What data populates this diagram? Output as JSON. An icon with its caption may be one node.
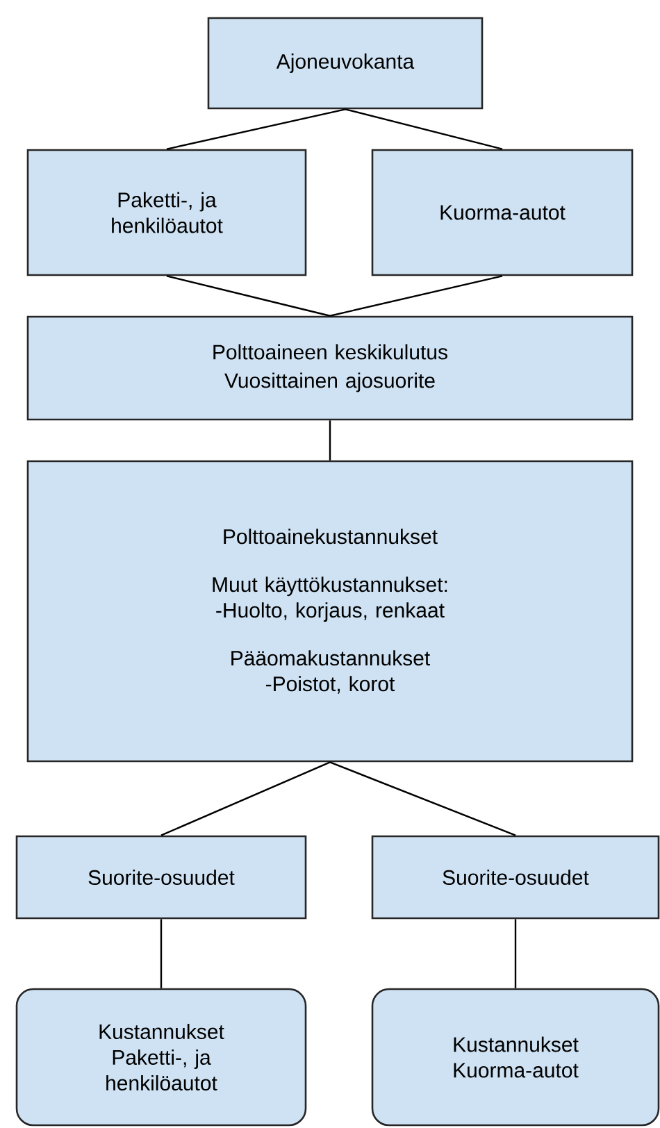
{
  "diagram": {
    "nodes": [
      {
        "text": [
          "Ajoneuvokanta"
        ]
      },
      {
        "text": [
          "Paketti-, ja henkilöautot"
        ]
      },
      {
        "text": [
          "Kuorma-autot"
        ]
      },
      {
        "text": [
          "Polttoaineen keskikulutus",
          "Vuosittainen ajosuorite"
        ]
      },
      {
        "text": [
          "Polttoainekustannukset",
          "Muut käyttökustannukset: -Huolto, korjaus, renkaat",
          "Pääomakustannukset -Poistot, korot"
        ]
      },
      {
        "text": [
          "Suorite-osuudet"
        ]
      },
      {
        "text": [
          "Suorite-osuudet"
        ]
      },
      {
        "text": [
          "Kustannukset Paketti-, ja henkilöautot"
        ]
      },
      {
        "text": [
          "Kustannukset Kuorma-autot"
        ]
      }
    ],
    "edges": [
      {
        "from": 0,
        "to": 1,
        "arrow": "none"
      },
      {
        "from": 0,
        "to": 2,
        "arrow": "none"
      },
      {
        "from": 1,
        "to": 3,
        "arrow": "none"
      },
      {
        "from": 2,
        "to": 3,
        "arrow": "none"
      },
      {
        "from": 3,
        "to": 4,
        "arrow": "none"
      },
      {
        "from": 4,
        "to": 5,
        "arrow": "none"
      },
      {
        "from": 4,
        "to": 6,
        "arrow": "none"
      },
      {
        "from": 5,
        "to": 7,
        "arrow": "none"
      },
      {
        "from": 6,
        "to": 8,
        "arrow": "none"
      }
    ]
  }
}
